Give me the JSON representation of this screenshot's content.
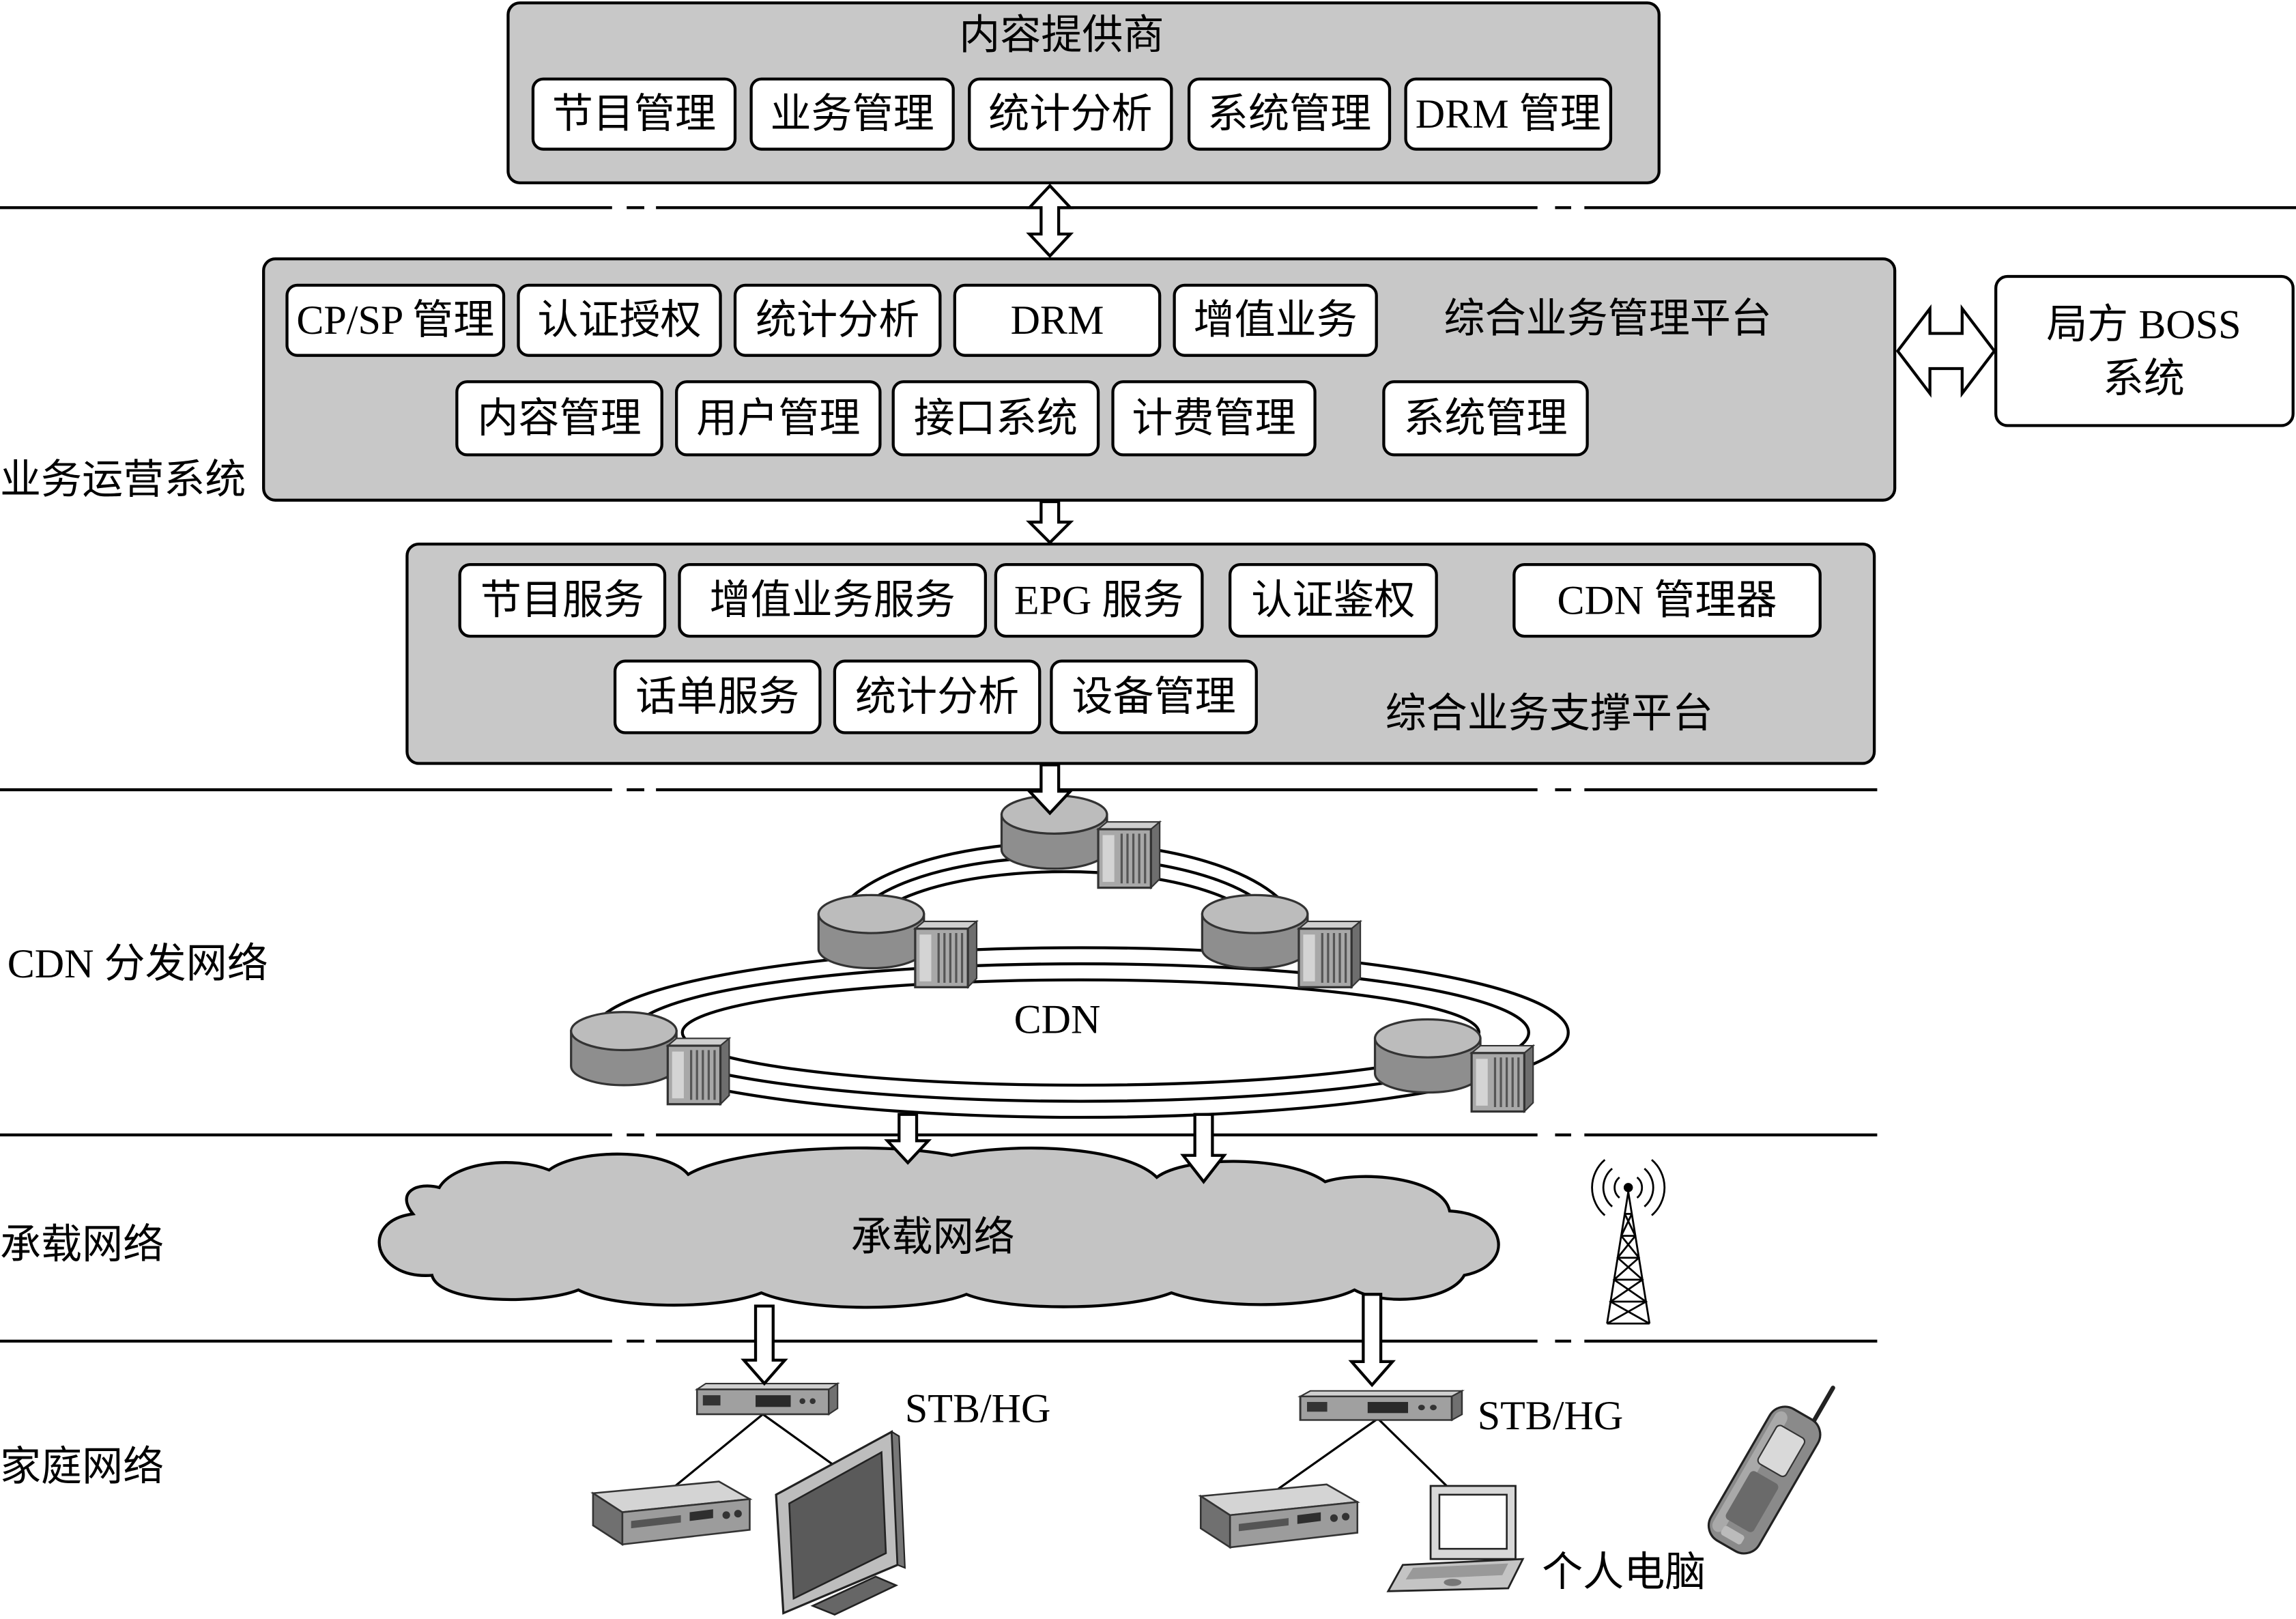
{
  "content_provider": {
    "title": "内容提供商",
    "modules": [
      "节目管理",
      "业务管理",
      "统计分析",
      "系统管理",
      "DRM 管理"
    ]
  },
  "business_operation_system": {
    "label": "业务运营系统",
    "management_platform": {
      "title": "综合业务管理平台",
      "modules_row1": [
        "CP/SP 管理",
        "认证授权",
        "统计分析",
        "DRM",
        "增值业务"
      ],
      "modules_row2": [
        "内容管理",
        "用户管理",
        "接口系统",
        "计费管理",
        "系统管理"
      ]
    },
    "boss_system": {
      "line1": "局方 BOSS",
      "line2": "系统"
    },
    "support_platform": {
      "title": "综合业务支撑平台",
      "modules_row1": [
        "节目服务",
        "增值业务服务",
        "EPG 服务",
        "认证鉴权",
        "CDN 管理器"
      ],
      "modules_row2": [
        "话单服务",
        "统计分析",
        "设备管理"
      ]
    }
  },
  "cdn_network": {
    "layer_label": "CDN 分发网络",
    "ring_label": "CDN"
  },
  "bearer_network": {
    "layer_label": "承载网络",
    "cloud_label": "承载网络"
  },
  "home_network": {
    "layer_label": "家庭网络",
    "gateway_left_label": "STB/HG",
    "gateway_right_label": "STB/HG",
    "pc_label": "个人电脑"
  },
  "colors": {
    "platform_fill": "#c8c8c8",
    "module_fill": "#ffffff",
    "cloud_fill": "#c4c4c4",
    "device_fill": "#9a9a9a",
    "line": "#000000"
  },
  "icons": [
    "server-icon",
    "wireless-tower-icon",
    "set-top-box-icon",
    "dvd-player-icon",
    "monitor-icon",
    "laptop-icon",
    "mobile-phone-icon"
  ]
}
